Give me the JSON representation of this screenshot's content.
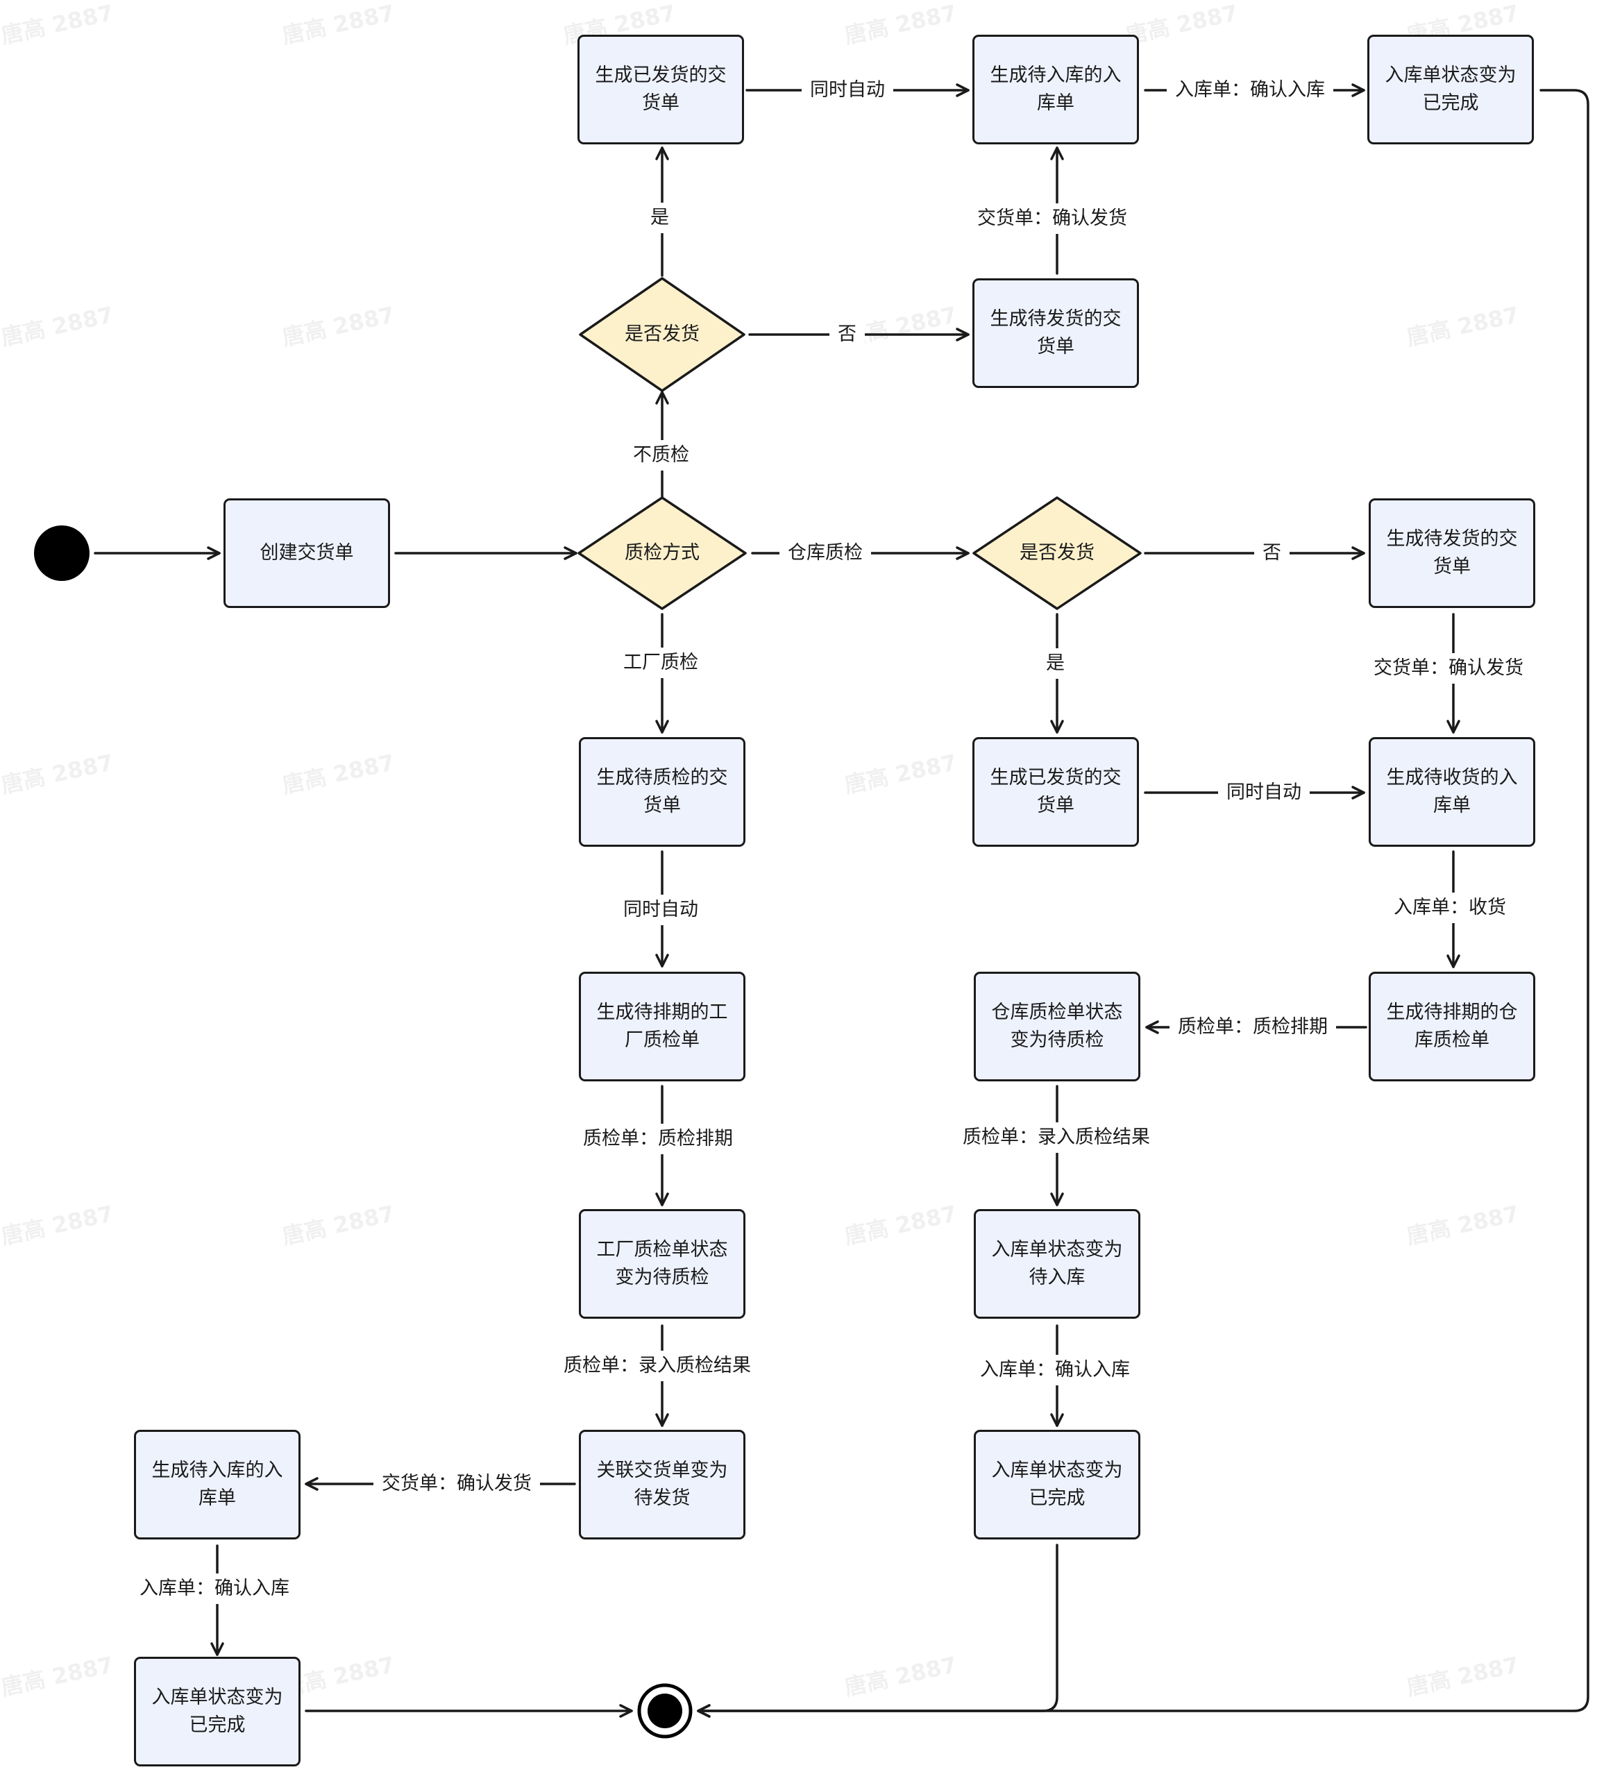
{
  "nodes": {
    "create": "创建交货单",
    "top_shipped_delivery": "生成已发货的交货单",
    "top_pending_inbound": "生成待入库的入库单",
    "top_inbound_completed": "入库单状态变为已完成",
    "top_pending_ship": "生成待发货的交货单",
    "dec_top_ship": "是否发货",
    "dec_qc_method": "质检方式",
    "dec_wh_ship": "是否发货",
    "wh_pending_ship": "生成待发货的交货单",
    "wh_shipped_delivery": "生成已发货的交货单",
    "wh_pending_receipt": "生成待收货的入库单",
    "wh_qc_scheduled": "生成待排期的仓库质检单",
    "wh_qc_status": "仓库质检单状态变为待质检",
    "wh_inbound_pending": "入库单状态变为待入库",
    "wh_inbound_completed": "入库单状态变为已完成",
    "fac_pending_qc_delivery": "生成待质检的交货单",
    "fac_qc_scheduled": "生成待排期的工厂质检单",
    "fac_qc_status": "工厂质检单状态变为待质检",
    "fac_delivery_pending_ship": "关联交货单变为待发货",
    "fac_pending_inbound": "生成待入库的入库单",
    "fac_inbound_completed": "入库单状态变为已完成"
  },
  "edges": {
    "auto_top": "同时自动",
    "confirm_inbound_top": "入库单：确认入库",
    "yes_top": "是",
    "no_top": "否",
    "confirm_ship_top": "交货单：确认发货",
    "no_qc": "不质检",
    "wh_qc": "仓库质检",
    "no_wh": "否",
    "yes_wh": "是",
    "confirm_ship_wh": "交货单：确认发货",
    "auto_wh": "同时自动",
    "receive_wh": "入库单：收货",
    "schedule_wh": "质检单：质检排期",
    "enter_result_wh": "质检单：录入质检结果",
    "confirm_inbound_wh": "入库单：确认入库",
    "factory_qc": "工厂质检",
    "auto_fac": "同时自动",
    "schedule_fac": "质检单：质检排期",
    "enter_result_fac": "质检单：录入质检结果",
    "confirm_ship_fac": "交货单：确认发货",
    "confirm_inbound_fac": "入库单：确认入库"
  },
  "watermark": "唐高 2887",
  "colors": {
    "node_fill": "#eef2fd",
    "decision_fill": "#fdf1cc",
    "stroke": "#1a1a1a"
  }
}
